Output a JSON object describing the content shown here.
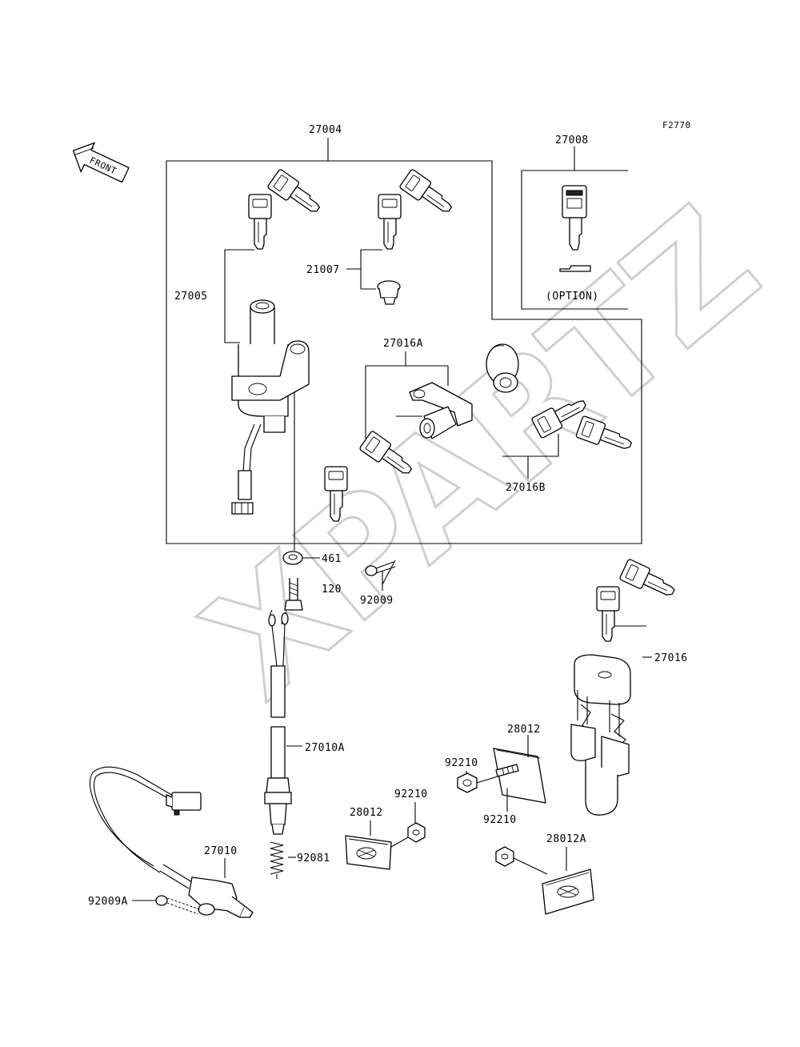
{
  "figure_code": "F2770",
  "front_label": "FRONT",
  "option_label": "(OPTION)",
  "watermark": "XPARTZ",
  "parts": {
    "p27004": "27004",
    "p27008": "27008",
    "p27005": "27005",
    "p21007": "21007",
    "p27016A": "27016A",
    "p27016B": "27016B",
    "p461": "461",
    "p120": "120",
    "p92009": "92009",
    "p27016": "27016",
    "p27010A": "27010A",
    "p28012_a": "28012",
    "p92210_a": "92210",
    "p92210_b": "92210",
    "p92210_c": "92210",
    "p28012_b": "28012",
    "p92081": "92081",
    "p27010": "27010",
    "p28012A": "28012A",
    "p92009A": "92009A"
  }
}
